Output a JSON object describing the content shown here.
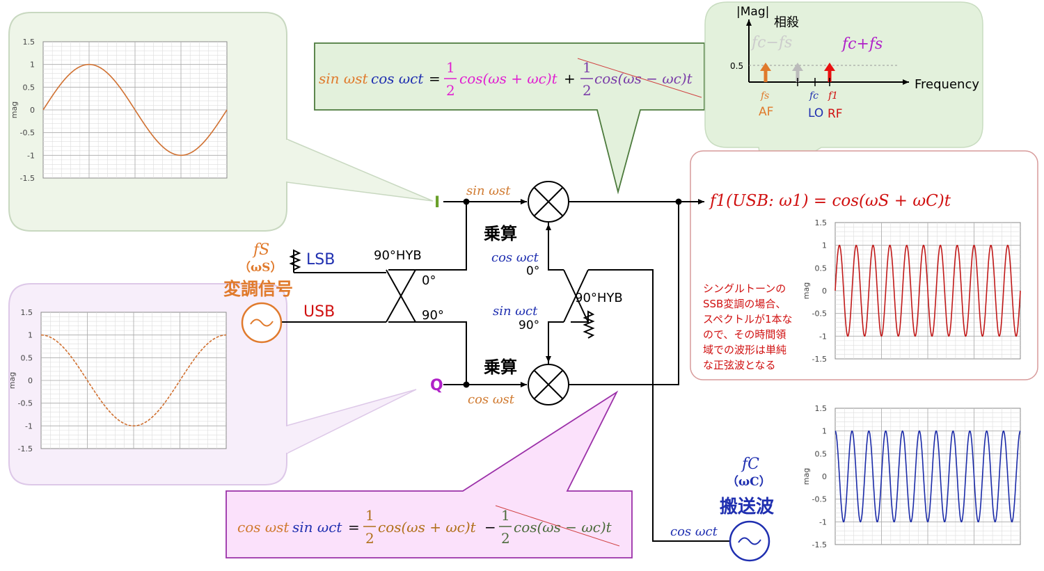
{
  "colors": {
    "orange": "#e07a2c",
    "purple": "#b020c8",
    "blue": "#1f2fb0",
    "red": "#d01010",
    "green": "#4c6b3c",
    "magenta": "#e020d0",
    "gray": "#aaaaaa"
  },
  "charts": {
    "ylabel": "mag",
    "ticks": [
      "1.5",
      "1",
      "0.5",
      "0",
      "-0.5",
      "-1",
      "-1.5"
    ]
  },
  "chart_data": [
    {
      "type": "line",
      "name": "I",
      "ylabel": "mag",
      "ylim": [
        -1.5,
        1.5
      ],
      "cycles": 1,
      "phase": "sin",
      "color": "#d07030",
      "dashed": false
    },
    {
      "type": "line",
      "name": "Q",
      "ylabel": "mag",
      "ylim": [
        -1.5,
        1.5
      ],
      "cycles": 1,
      "phase": "cos",
      "color": "#d07030",
      "dashed": true
    },
    {
      "type": "line",
      "name": "f1",
      "ylabel": "mag",
      "ylim": [
        -1.5,
        1.5
      ],
      "cycles": 11,
      "phase": "sin",
      "color": "#c01818",
      "dashed": false
    },
    {
      "type": "line",
      "name": "fc",
      "ylabel": "mag",
      "ylim": [
        -1.5,
        1.5
      ],
      "cycles": 11,
      "phase": "cos",
      "color": "#1a2aa8",
      "dashed": false
    }
  ],
  "spectrum": {
    "y_axis": "|Mag|",
    "cancel": "相殺",
    "x_axis": "Frequency",
    "tick": "0.5",
    "cancel_label": "fc−fs",
    "usb_label": "fc+fs",
    "fs_small": "fs",
    "fs_name": "AF",
    "fc_small": "fc",
    "fc_name": "LO",
    "f1_small": "f1",
    "f1_name": "RF"
  },
  "eq_top": {
    "lhs_sin": "sin ωst",
    "lhs_cos": "cos ωct",
    "eq": "=",
    "half": "1",
    "two": "2",
    "term1": "cos(ωs + ωc)t",
    "plus": "+",
    "term2": "cos(ωs − ωc)t"
  },
  "eq_bottom": {
    "lhs_cos": "cos ωst",
    "lhs_sin": "sin ωct",
    "eq": "=",
    "half": "1",
    "two": "2",
    "term1": "cos(ωs + ωc)t",
    "minus": "−",
    "term2": "cos(ωs − ωc)t"
  },
  "circuit": {
    "I": "I",
    "Q": "Q",
    "sin_ws": "sin ωst",
    "cos_ws": "cos ωst",
    "mult_top": "乗算",
    "mult_bottom": "乗算",
    "hyb_left": "90°HYB",
    "hyb_right": "90°HYB",
    "deg0_left": "0°",
    "deg90_left": "90°",
    "lsb": "LSB",
    "usb": "USB",
    "cos_wc_top": "cos ωct",
    "deg0_right": "0°",
    "sin_wc": "sin ωct",
    "deg90_right": "90°",
    "cos_wc_bottom": "cos ωct",
    "fs": "fS",
    "ws": "（ωS）",
    "mod_signal": "変調信号",
    "fc": "fC",
    "wc": "（ωC）",
    "carrier": "搬送波",
    "output": "f1(USB: ω1) = cos(ωS + ωC)t",
    "note": [
      "シングルトーンの",
      "SSB変調の場合、",
      "スペクトルが1本な",
      "ので、その時間領",
      "域での波形は単純",
      "な正弦波となる"
    ]
  }
}
